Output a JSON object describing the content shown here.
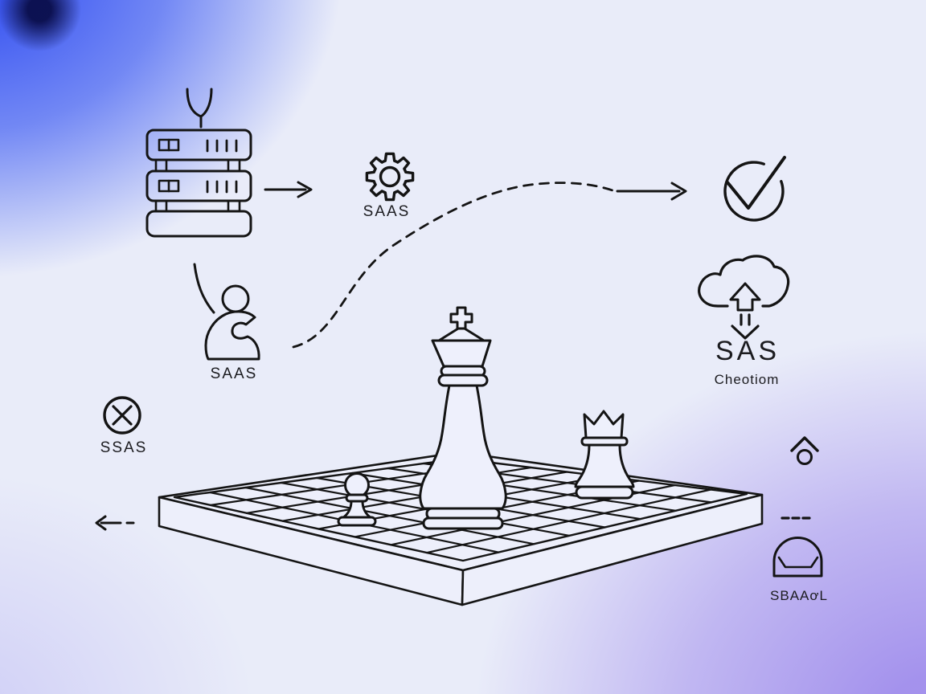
{
  "title": "SaaS chess strategy line-art illustration",
  "labels": {
    "gear": "SAAS",
    "person": "SAAS",
    "x_circle": "SSAS",
    "cloud_title": "SAS",
    "cloud_subtitle": "Cheotiom",
    "tray": "SBAAơL"
  },
  "icons": [
    "antenna-icon",
    "server-rack-icon",
    "right-arrow-icon",
    "gear-icon",
    "dashed-flow-curve",
    "check-circle-icon",
    "cloud-sync-icon",
    "person-icon",
    "x-circle-icon",
    "left-dashed-arrow-icon",
    "home-icon",
    "three-dashes-icon",
    "dome-tray-icon",
    "chessboard",
    "king-piece",
    "queen-piece",
    "pawn-piece"
  ],
  "colors": {
    "ink": "#141414",
    "background_light": "#e9ecf9",
    "accent_blue": "#3350f1",
    "dark_navy_blob": "#0a0e4b",
    "accent_purple": "#a795ec",
    "board_fill": "#edeffb",
    "piece_fill": "#eef0fc"
  }
}
